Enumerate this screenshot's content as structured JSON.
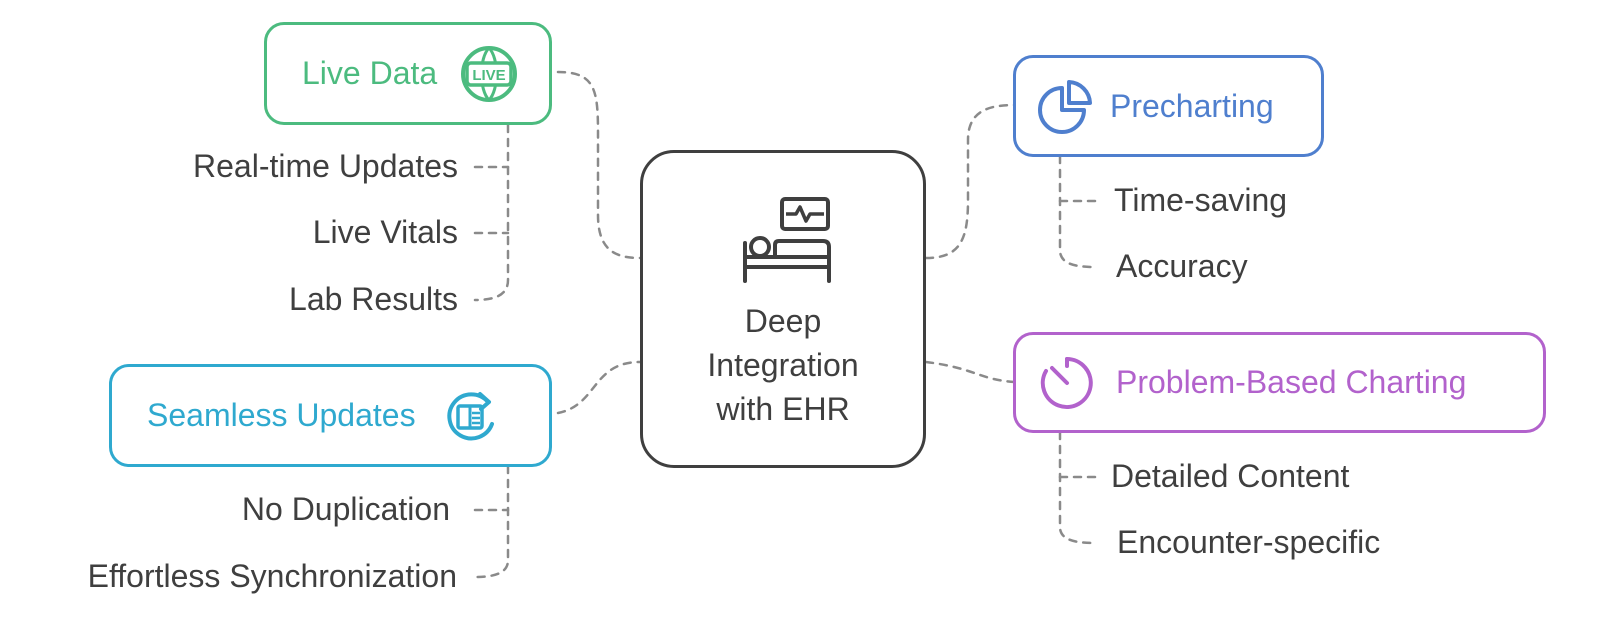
{
  "colors": {
    "green": "#4cbb7f",
    "blue": "#4f7fce",
    "cyan": "#2fa9cf",
    "purple": "#b262cc",
    "dark": "#3f3f3f",
    "connector": "#8a8a8a"
  },
  "center": {
    "icon": "hospital-bed-monitor-icon",
    "title_lines": [
      "Deep",
      "Integration",
      "with EHR"
    ]
  },
  "branches": {
    "live_data": {
      "label": "Live Data",
      "icon": "live-globe-icon",
      "items": [
        "Real-time Updates",
        "Live Vitals",
        "Lab Results"
      ]
    },
    "seamless_updates": {
      "label": "Seamless Updates",
      "icon": "sync-document-icon",
      "items": [
        "No Duplication",
        "Effortless Synchronization"
      ]
    },
    "precharting": {
      "label": "Precharting",
      "icon": "pie-chart-icon",
      "items": [
        "Time-saving",
        "Accuracy"
      ]
    },
    "problem_based": {
      "label": "Problem-Based Charting",
      "icon": "timer-icon",
      "items": [
        "Detailed Content",
        "Encounter-specific"
      ]
    }
  }
}
